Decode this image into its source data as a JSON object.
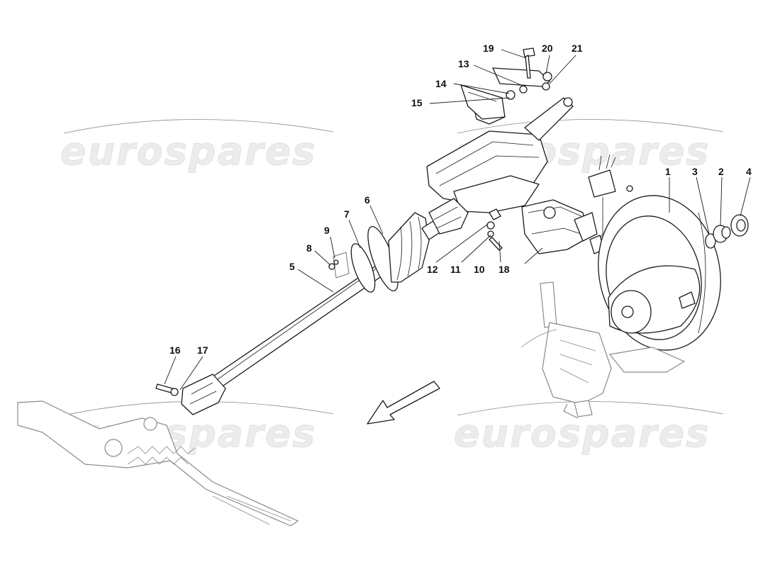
{
  "watermark": {
    "text": "eurospares"
  },
  "callouts": {
    "c1": "1",
    "c2": "2",
    "c3": "3",
    "c4": "4",
    "c5": "5",
    "c6": "6",
    "c7": "7",
    "c8": "8",
    "c9": "9",
    "c10": "10",
    "c11": "11",
    "c12": "12",
    "c13": "13",
    "c14": "14",
    "c15": "15",
    "c16": "16",
    "c17": "17",
    "c18": "18",
    "c19": "19",
    "c20": "20",
    "c21": "21"
  },
  "colors": {
    "line": "#1a1a1a",
    "ghost_line": "#8a8a8a",
    "watermark": "#ececec",
    "background": "#ffffff"
  }
}
